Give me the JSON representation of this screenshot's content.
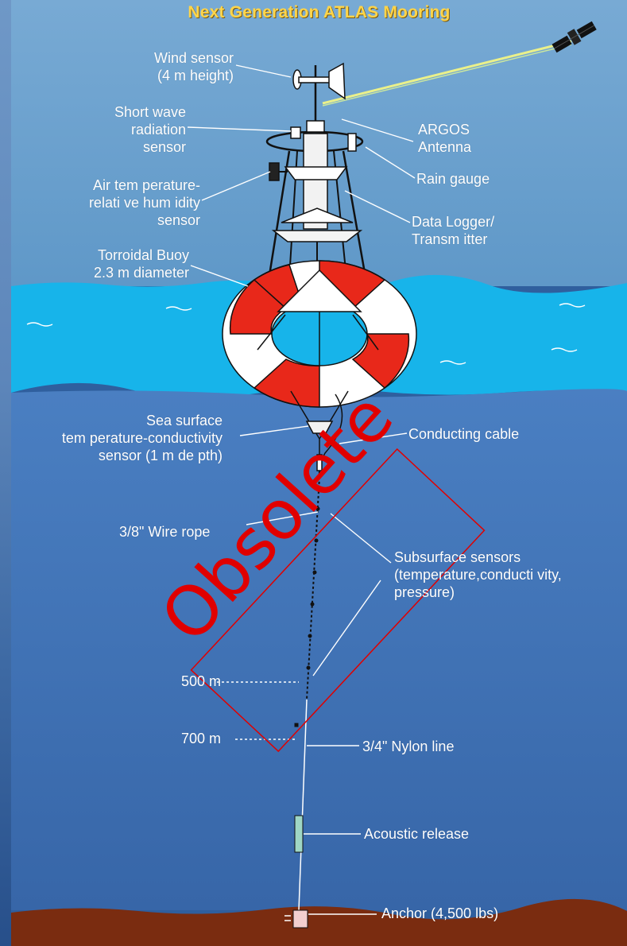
{
  "title": "Next Generation ATLAS Mooring",
  "labels": {
    "wind_sensor": [
      "Wind sensor",
      "(4 m height)"
    ],
    "shortwave": [
      "Short wave",
      "radiation",
      "sensor"
    ],
    "air_temp": [
      "Air tem perature-",
      "relati ve hum idity",
      "sensor"
    ],
    "buoy": [
      "Torroidal Buoy",
      "2.3 m diameter"
    ],
    "argos": [
      "ARGOS",
      "Antenna"
    ],
    "rain_gauge": "Rain gauge",
    "data_logger": [
      "Data Logger/",
      "Transm itter"
    ],
    "sea_surface": [
      "Sea surface",
      "tem perature-conductivity",
      "sensor (1 m de pth)"
    ],
    "conducting_cable": "Conducting cable",
    "wire_rope": "3/8\" Wire rope",
    "subsurface": [
      "Subsurface sensors",
      "(temperature,conducti vity,",
      "pressure)"
    ],
    "depth_500": "500 m",
    "depth_700": "700 m",
    "nylon_line": "3/4\" Nylon line",
    "acoustic_release": "Acoustic release",
    "anchor": "Anchor (4,500 lbs)"
  },
  "stamp": "Obsolete",
  "colors": {
    "sky": "#6a9fcc",
    "water_surface": "#17b6ec",
    "deep_water": "#3f6fb4",
    "seabed": "#7a2c10",
    "buoy_red": "#e8281a",
    "stamp_red": "#e00000",
    "title_yellow": "#ffd54a"
  }
}
